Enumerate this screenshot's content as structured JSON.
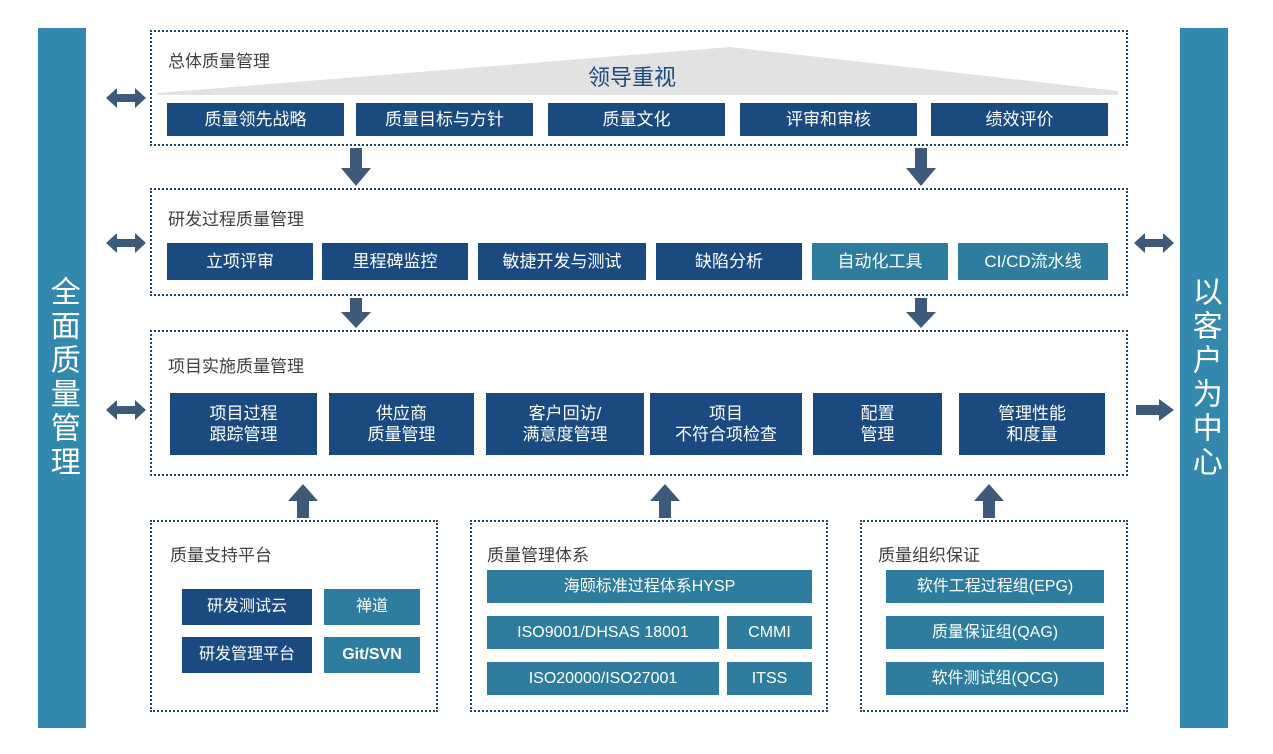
{
  "sidebars": {
    "left": {
      "label": "全面质量管理"
    },
    "right": {
      "label": "以客户为中心"
    }
  },
  "banner": {
    "leadership_label": "领导重视"
  },
  "colors": {
    "navy": "#1a4a80",
    "teal": "#2e7d9e",
    "sidebar_teal": "#3288ad",
    "panel_border": "#23456b",
    "arrow": "#3d5a7a",
    "triangle": "#e2e2e2",
    "title_text": "#404040"
  },
  "sections": {
    "overall": {
      "title": "总体质量管理",
      "chips": [
        {
          "label": "质量领先战略",
          "style": "navy"
        },
        {
          "label": "质量目标与方针",
          "style": "navy"
        },
        {
          "label": "质量文化",
          "style": "navy"
        },
        {
          "label": "评审和审核",
          "style": "navy"
        },
        {
          "label": "绩效评价",
          "style": "navy"
        }
      ]
    },
    "rd_process": {
      "title": "研发过程质量管理",
      "chips": [
        {
          "label": "立项评审",
          "style": "navy"
        },
        {
          "label": "里程碑监控",
          "style": "navy"
        },
        {
          "label": "敏捷开发与测试",
          "style": "navy"
        },
        {
          "label": "缺陷分析",
          "style": "navy"
        },
        {
          "label": "自动化工具",
          "style": "teal"
        },
        {
          "label": "CI/CD流水线",
          "style": "teal"
        }
      ]
    },
    "project_impl": {
      "title": "项目实施质量管理",
      "chips": [
        {
          "label": "项目过程\n跟踪管理",
          "style": "navy"
        },
        {
          "label": "供应商\n质量管理",
          "style": "navy"
        },
        {
          "label": "客户回访/\n满意度管理",
          "style": "navy"
        },
        {
          "label": "项目\n不符合项检查",
          "style": "navy"
        },
        {
          "label": "配置\n管理",
          "style": "navy"
        },
        {
          "label": "管理性能\n和度量",
          "style": "navy"
        }
      ]
    },
    "support_platform": {
      "title": "质量支持平台",
      "chips": [
        {
          "label": "研发测试云",
          "style": "teal"
        },
        {
          "label": "禅道",
          "style": "teal"
        },
        {
          "label": "研发管理平台",
          "style": "teal"
        },
        {
          "label": "Git/SVN",
          "style": "teal-bold"
        }
      ]
    },
    "management_system": {
      "title": "质量管理体系",
      "chips": [
        {
          "label": "海颐标准过程体系HYSP",
          "style": "teal"
        },
        {
          "label": "ISO9001/DHSAS 18001",
          "style": "teal"
        },
        {
          "label": "CMMI",
          "style": "teal"
        },
        {
          "label": "ISO20000/ISO27001",
          "style": "teal"
        },
        {
          "label": "ITSS",
          "style": "teal"
        }
      ]
    },
    "org_assurance": {
      "title": "质量组织保证",
      "chips": [
        {
          "label": "软件工程过程组(EPG)",
          "style": "teal"
        },
        {
          "label": "质量保证组(QAG)",
          "style": "teal"
        },
        {
          "label": "软件测试组(QCG)",
          "style": "teal"
        }
      ]
    }
  },
  "arrows": [
    {
      "name": "left-double-arrow-overall",
      "direction": "double-horizontal"
    },
    {
      "name": "left-double-arrow-rd",
      "direction": "double-horizontal"
    },
    {
      "name": "left-double-arrow-project",
      "direction": "double-horizontal"
    },
    {
      "name": "right-double-arrow-rd",
      "direction": "double-horizontal"
    },
    {
      "name": "right-arrow-project",
      "direction": "right"
    },
    {
      "name": "down-arrow-overall-to-rd-1",
      "direction": "down"
    },
    {
      "name": "down-arrow-overall-to-rd-2",
      "direction": "down"
    },
    {
      "name": "down-arrow-rd-to-project-1",
      "direction": "down"
    },
    {
      "name": "down-arrow-rd-to-project-2",
      "direction": "down"
    },
    {
      "name": "up-arrow-support-to-project",
      "direction": "up"
    },
    {
      "name": "up-arrow-system-to-project",
      "direction": "up"
    },
    {
      "name": "up-arrow-org-to-project",
      "direction": "up"
    }
  ]
}
